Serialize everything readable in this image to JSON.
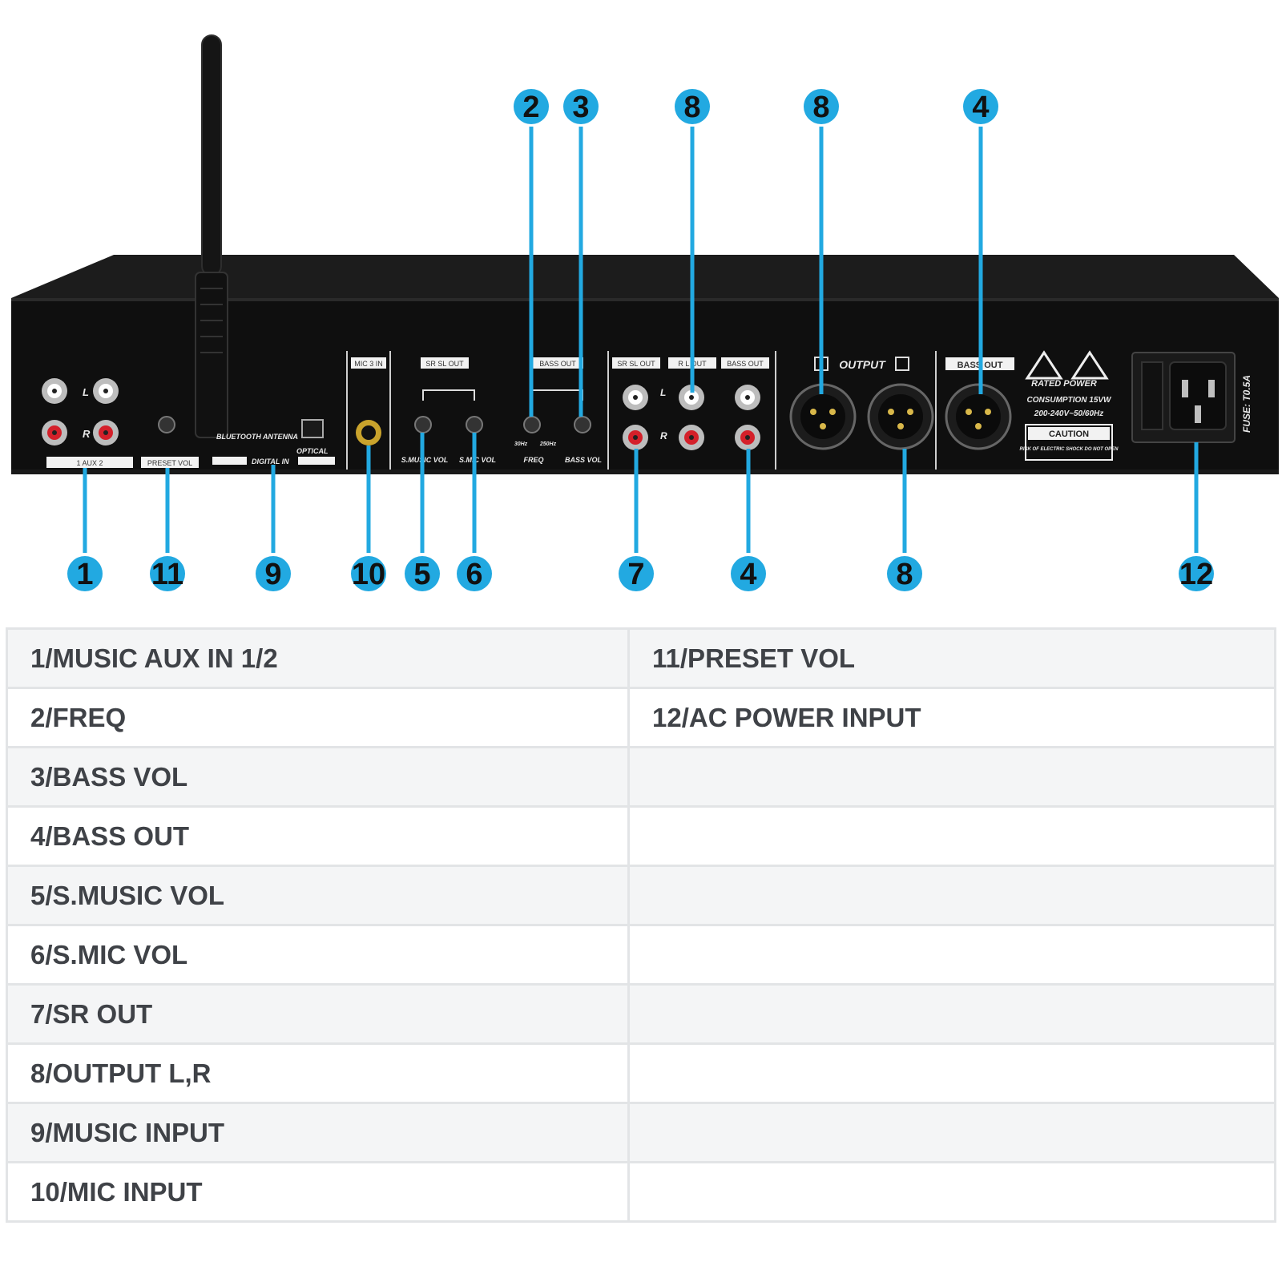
{
  "callouts": {
    "top": [
      "2",
      "3",
      "8",
      "8",
      "4"
    ],
    "bottom": [
      "1",
      "11",
      "9",
      "10",
      "5",
      "6",
      "7",
      "4",
      "8",
      "12"
    ]
  },
  "panel_labels": {
    "aux": "1 AUX 2",
    "preset_vol": "PRESET VOL",
    "bluetooth": "BLUETOOTH ANTENNA",
    "optical": "OPTICAL",
    "digital_in": "DIGITAL IN",
    "mic_in": "MIC 3 IN",
    "sr_sl_out": "SR SL OUT",
    "bass_out_a": "BASS OUT",
    "s_music_vol": "S.MUSIC VOL",
    "s_mic_vol": "S.MIC VOL",
    "freq": "FREQ",
    "bass_vol": "BASS VOL",
    "freq_low": "30Hz",
    "freq_high": "250Hz",
    "sr_sl_out_b": "SR SL OUT",
    "r_l_out": "R L OUT",
    "bass_out_b": "BASS OUT",
    "output": "OUTPUT",
    "bass_out_c": "BASS OUT",
    "rated_power": "RATED POWER",
    "consumption": "CONSUMPTION 15VW",
    "voltage": "200-240V~50/60Hz",
    "caution": "CAUTION",
    "caution_note": "RISK OF ELECTRIC SHOCK DO NOT OPEN",
    "fuse": "FUSE: T0.5A",
    "L": "L",
    "R": "R"
  },
  "legend": {
    "rows": [
      [
        "1/MUSIC AUX IN 1/2",
        "11/PRESET VOL"
      ],
      [
        "2/FREQ",
        "12/AC POWER INPUT"
      ],
      [
        "3/BASS VOL",
        ""
      ],
      [
        "4/BASS OUT",
        ""
      ],
      [
        "5/S.MUSIC VOL",
        ""
      ],
      [
        "6/S.MIC VOL",
        ""
      ],
      [
        "7/SR OUT",
        ""
      ],
      [
        "8/OUTPUT L,R",
        ""
      ],
      [
        "9/MUSIC INPUT",
        ""
      ],
      [
        "10/MIC INPUT",
        ""
      ]
    ]
  },
  "colors": {
    "callout_fill": "#22a9e1",
    "panel": "#121212",
    "rca_red": "#d4202a",
    "rca_white": "#f0f0f0"
  }
}
